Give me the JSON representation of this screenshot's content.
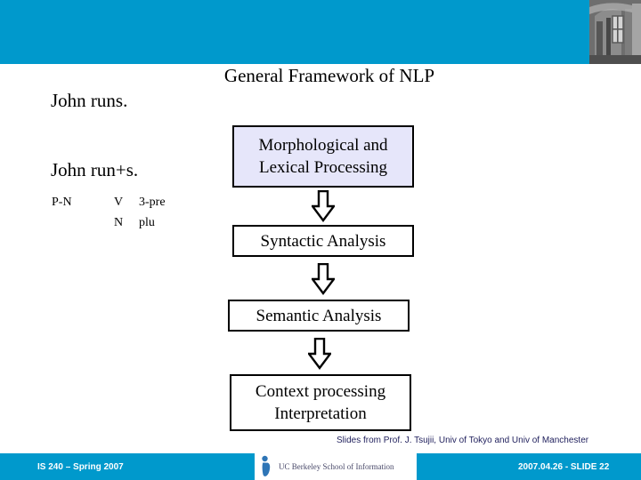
{
  "slide": {
    "title": "General Framework of NLP",
    "accent_color": "#0099cc",
    "box_highlight_color": "#e6e6fa",
    "credits_color": "#1f1f5c"
  },
  "example": {
    "sentence_surface": "John runs.",
    "sentence_segmented": "John run+s.",
    "gloss_rows": [
      {
        "col0": "P-N",
        "col1": "V",
        "col2": "3-pre"
      },
      {
        "col0": "",
        "col1": "N",
        "col2": "plu"
      }
    ]
  },
  "pipeline": {
    "stages": [
      {
        "line1": "Morphological and",
        "line2": "Lexical Processing"
      },
      {
        "line1": "Syntactic Analysis",
        "line2": ""
      },
      {
        "line1": "Semantic Analysis",
        "line2": ""
      },
      {
        "line1": "Context processing",
        "line2": "Interpretation"
      }
    ]
  },
  "credits": {
    "text": "Slides from Prof. J. Tsujii, Univ of Tokyo and Univ of Manchester"
  },
  "footer": {
    "course": "IS 240 – Spring 2007",
    "logo_text": "UC Berkeley School of Information",
    "slide_info": "2007.04.26 - SLIDE 22"
  }
}
